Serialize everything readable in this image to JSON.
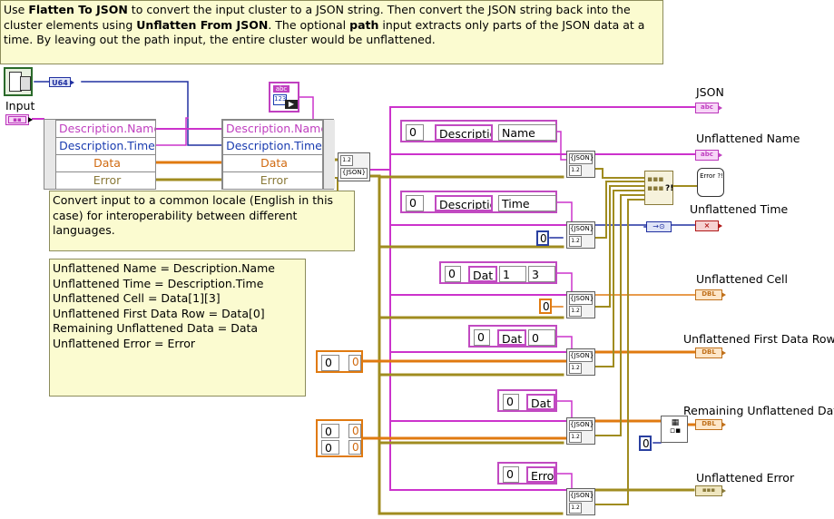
{
  "instructions": {
    "p1": "Use ",
    "b1": "Flatten To JSON",
    "p2": " to convert the input cluster to a JSON string. Then convert the JSON string back into the cluster elements using ",
    "b2": "Unflatten From JSON",
    "p3": ". The optional ",
    "b3": "path",
    "p4": " input extracts only parts of the JSON data at a time. By leaving out the path input, the entire cluster would be unflattened."
  },
  "locale_note": "Convert input to a common locale (English in this case) for interoperability between different languages.",
  "mapping_note": [
    "Unflattened Name = Description.Name",
    "Unflattened Time = Description.Time",
    "Unflattened Cell = Data[1][3]",
    "Unflattened First Data Row = Data[0]",
    "Remaining Unflattened Data = Data",
    "Unflattened Error = Error"
  ],
  "input_label": "Input",
  "u64_label": "U64",
  "input_unbundle": [
    "Description.Name",
    "Description.Time",
    "Data",
    "Error"
  ],
  "bundle": [
    "Description.Name",
    "Description.Time",
    "Data",
    "Error"
  ],
  "json_node_label": "{JSON}",
  "paths": [
    {
      "index": "0",
      "cells": [
        "Descriptio",
        "Name"
      ]
    },
    {
      "index": "0",
      "cells": [
        "Descriptio",
        "Time"
      ]
    },
    {
      "index": "0",
      "cells": [
        "Dat",
        "1",
        "3"
      ]
    },
    {
      "index": "0",
      "cells": [
        "Dat",
        "0"
      ]
    },
    {
      "index": "0",
      "cells": [
        "Dat"
      ]
    },
    {
      "index": "0",
      "cells": [
        "Erro"
      ]
    }
  ],
  "type_constants": [
    "0",
    "0",
    "0",
    "0",
    "0"
  ],
  "num_arrays": [
    {
      "index": "0",
      "value": "0"
    },
    {
      "index": "0",
      "values": [
        "0",
        "0"
      ]
    }
  ],
  "outputs": {
    "json": "JSON",
    "name": "Unflattened Name",
    "time": "Unflattened Time",
    "cell": "Unflattened Cell",
    "row": "Unflattened First Data Row",
    "data": "Remaining Unflattened Data",
    "error": "Unflattened Error"
  },
  "terminals": {
    "abc": "abc",
    "dbl": "DBL",
    "error_icon": "Error ?!"
  },
  "colors": {
    "string_wire": "#cc33cc",
    "numeric_wire": "#e07a10",
    "error_wire": "#a08c20",
    "blue_wire": "#2030a0",
    "note_bg": "#fbfbd0"
  }
}
